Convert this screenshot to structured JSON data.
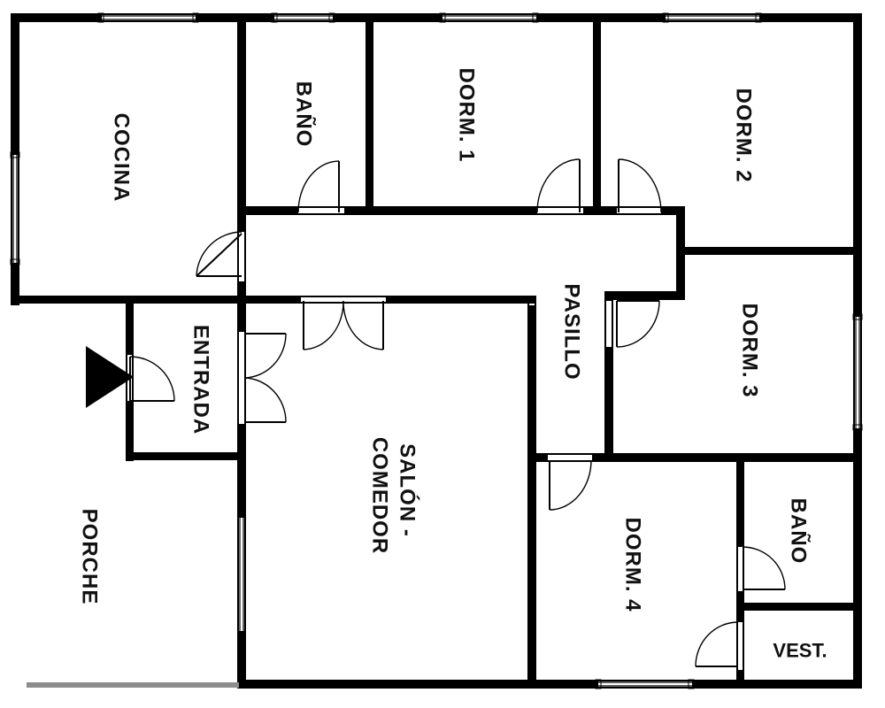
{
  "rooms": {
    "cocina": "COCINA",
    "bano_1": "BAÑO",
    "dorm_1": "DORM. 1",
    "dorm_2": "DORM. 2",
    "pasillo": "PASILLO",
    "dorm_3": "DORM. 3",
    "entrada": "ENTRADA",
    "salon_line1": "SALÓN -",
    "salon_line2": "COMEDOR",
    "porche": "PORCHE",
    "dorm_4": "DORM. 4",
    "bano_2": "BAÑO",
    "vest": "VEST."
  },
  "colors": {
    "wall": "#000000",
    "background": "#ffffff",
    "entry_marker": "#000000",
    "ground_line": "#8c8c8c"
  },
  "icons": {
    "entry_marker": "entry-arrow-icon"
  }
}
